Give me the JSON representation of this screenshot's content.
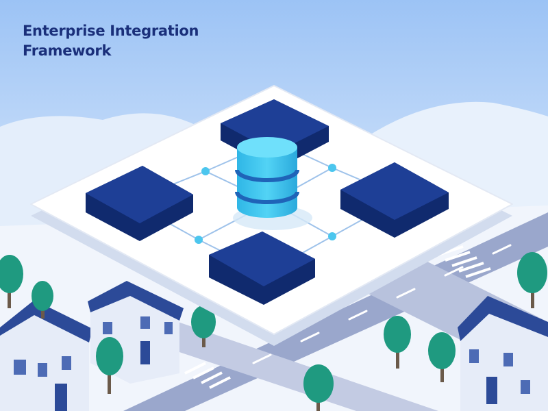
{
  "header": {
    "title_line1": "Enterprise Integration",
    "title_line2": "Framework"
  },
  "diagram": {
    "hub": {
      "kind": "database",
      "icon": "database-cylinder-icon"
    },
    "modules": [
      "module-top",
      "module-left",
      "module-right",
      "module-bottom"
    ],
    "connectors": 4
  },
  "colors": {
    "sky_top": "#9cc3f5",
    "sky_bottom": "#eef5fd",
    "title": "#1a2f7a",
    "platform": "#ffffff",
    "module_top": "#1e3f96",
    "module_side": "#102a6e",
    "database": "#3cc8ef",
    "database_band": "#1f64b8",
    "connector": "#9ec2ea",
    "node": "#4cc6ee",
    "road": "#8e9cc4",
    "tree": "#1f9a80",
    "roof": "#2c4a98",
    "house_wall": "#e6ecf8"
  }
}
